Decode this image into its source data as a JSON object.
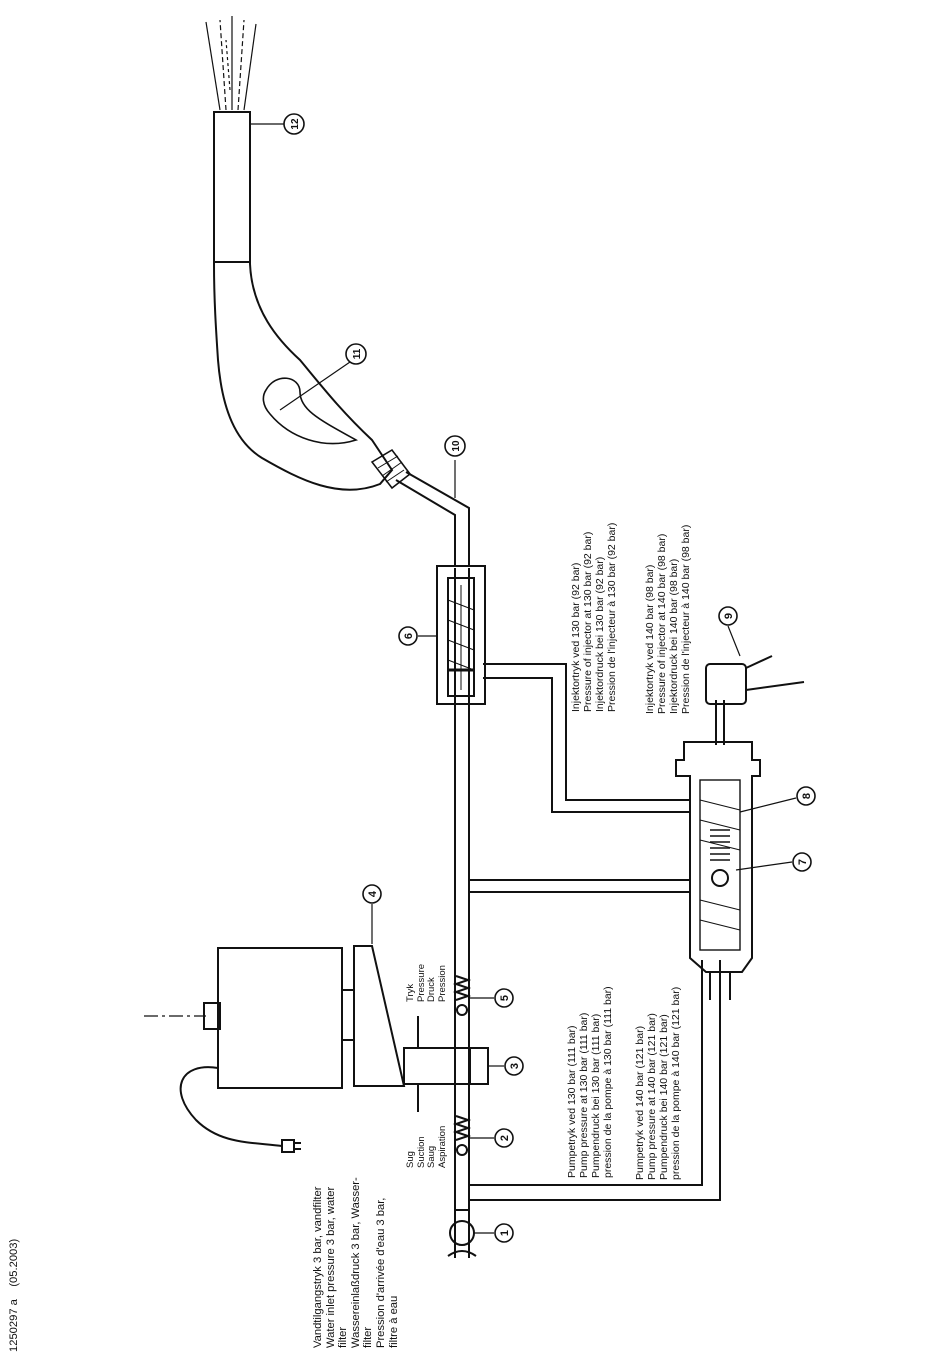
{
  "doc_id": "1250297 a",
  "doc_date": "(05.2003)",
  "water_inlet_note": [
    "Vandtilgangstryk 3 bar, vandfilter",
    "Water inlet pressure 3 bar, water",
    "filter",
    "Wassereinlaßdruck 3 bar, Wasser-",
    "filter",
    "Pression d'arrivée d'eau 3 bar,",
    "filtre à eau"
  ],
  "suction_labels": [
    "Sug",
    "Suction",
    "Saug",
    "Aspiration"
  ],
  "pressure_labels": [
    "Tryk",
    "Pressure",
    "Druck",
    "Pression"
  ],
  "pump_130": [
    "Pumpetryk ved 130 bar (111 bar)",
    "Pump pressure at 130 bar (111 bar)",
    "Pumpendruck bei 130 bar (111 bar)",
    "pression de la pompe à 130 bar (111 bar)"
  ],
  "pump_140": [
    "Pumpetryk ved 140 bar (121 bar)",
    "Pump pressure at 140 bar (121 bar)",
    "Pumpendruck bei 140 bar (121 bar)",
    "pression de la pompe à 140 bar (121 bar)"
  ],
  "injector_130": [
    "Injektortryk ved 130 bar (92 bar)",
    "Pressure of injector at 130 bar (92 bar)",
    "Injektordruck bei 130 bar (92 bar)",
    "Pression de l'injecteur à 130 bar (92 bar)"
  ],
  "injector_140": [
    "Injektortryk ved 140 bar (98 bar)",
    "Pressure of injector at 140 bar (98 bar)",
    "Injektordruck bei 140 bar (98 bar)",
    "Pression de l'injecteur à 140 bar (98 bar)"
  ],
  "callouts": {
    "c1": "1",
    "c2": "2",
    "c3": "3",
    "c4": "4",
    "c5": "5",
    "c6": "6",
    "c7": "7",
    "c8": "8",
    "c9": "9",
    "c10": "10",
    "c11": "11",
    "c12": "12"
  }
}
